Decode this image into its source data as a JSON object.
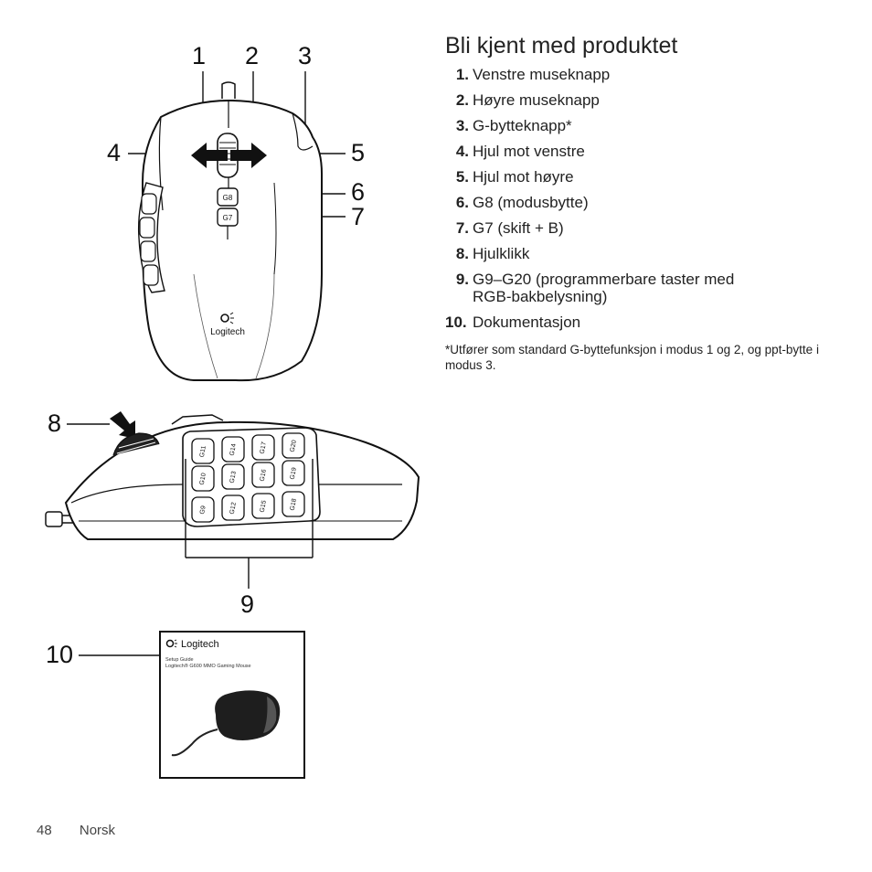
{
  "section_title": "Bli kjent med produktet",
  "legend": [
    {
      "num": "1.",
      "text": "Venstre museknapp"
    },
    {
      "num": "2.",
      "text": "Høyre museknapp"
    },
    {
      "num": "3.",
      "text": "G-bytteknapp*"
    },
    {
      "num": "4.",
      "text": "Hjul mot venstre"
    },
    {
      "num": "5.",
      "text": "Hjul mot høyre"
    },
    {
      "num": "6.",
      "text": "G8 (modusbytte)"
    },
    {
      "num": "7.",
      "text": "G7 (skift + B)"
    },
    {
      "num": "8.",
      "text": "Hjulklikk"
    },
    {
      "num": "9.",
      "text": "G9–G20 (programmerbare taster med RGB-bakbelysning)"
    },
    {
      "num": "10.",
      "text": "Dokumentasjon"
    }
  ],
  "footnote": "*Utfører som standard G-byttefunksjon i modus 1 og 2, og ppt-bytte i modus 3.",
  "callouts": [
    "1",
    "2",
    "3",
    "4",
    "5",
    "6",
    "7",
    "8",
    "9",
    "10"
  ],
  "top_view": {
    "button_labels": [
      "G8",
      "G7"
    ],
    "logo_text": "Logitech"
  },
  "side_view": {
    "key_labels": [
      "G11",
      "G14",
      "G17",
      "G20",
      "G10",
      "G13",
      "G16",
      "G19",
      "G9",
      "G12",
      "G15",
      "G18"
    ]
  },
  "guide": {
    "brand": "Logitech",
    "line1": "Setup Guide",
    "line2": "Logitech® G600 MMO Gaming Mouse"
  },
  "footer": {
    "page_number": "48",
    "language": "Norsk"
  }
}
